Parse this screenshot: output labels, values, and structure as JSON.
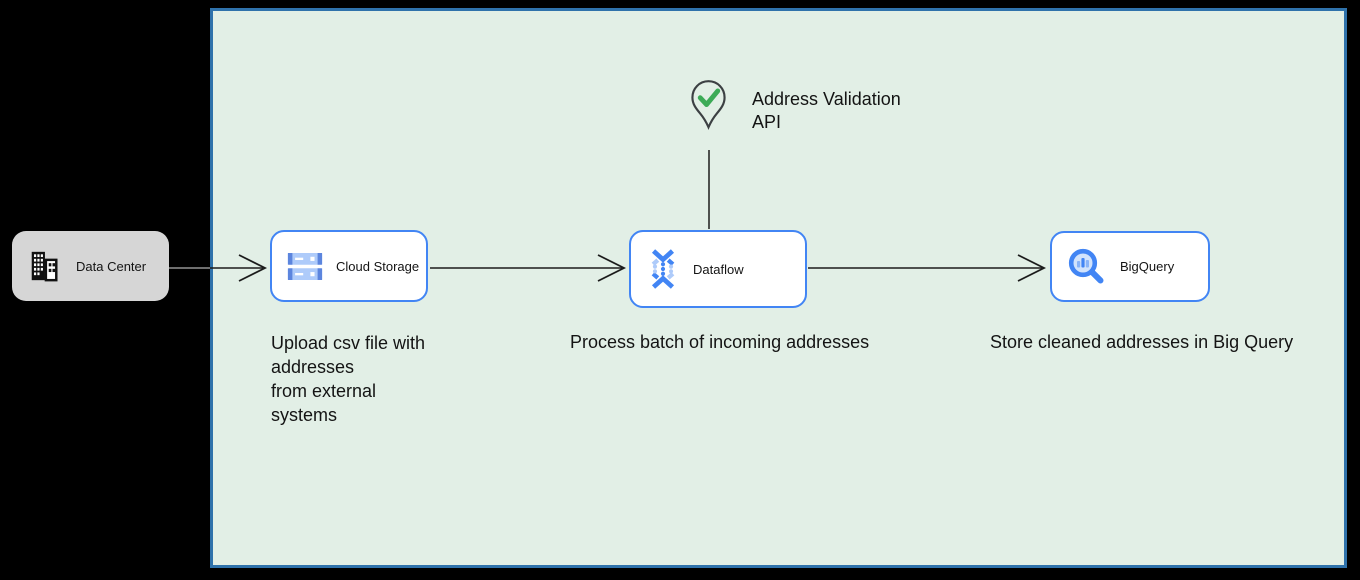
{
  "nodes": {
    "data_center": {
      "label": "Data Center",
      "icon": "building-icon"
    },
    "cloud_storage": {
      "label": "Cloud Storage",
      "icon": "cloud-storage-icon"
    },
    "dataflow": {
      "label": "Dataflow",
      "icon": "dataflow-icon"
    },
    "bigquery": {
      "label": "BigQuery",
      "icon": "bigquery-magnifier-chart-icon"
    }
  },
  "api": {
    "label": "Address Validation\nAPI",
    "icon": "map-pin-check-icon"
  },
  "captions": {
    "cloud_storage": "Upload csv file with\naddresses\nfrom external\nsystems",
    "dataflow": "Process batch of incoming addresses",
    "bigquery": "Store cleaned addresses in Big Query"
  },
  "colors": {
    "page_bg": "#000000",
    "boundary_fill": "#e2efe6",
    "boundary_border": "#2f72ab",
    "node_border": "#4285f4",
    "node_fill": "#ffffff",
    "data_center_fill": "#d6d6d6",
    "connector": "#1c1c1c",
    "pin_outline": "#3c4043",
    "check_green": "#3cab57",
    "icon_blue": "#4285f4",
    "icon_blue_light": "#aecbfa"
  }
}
